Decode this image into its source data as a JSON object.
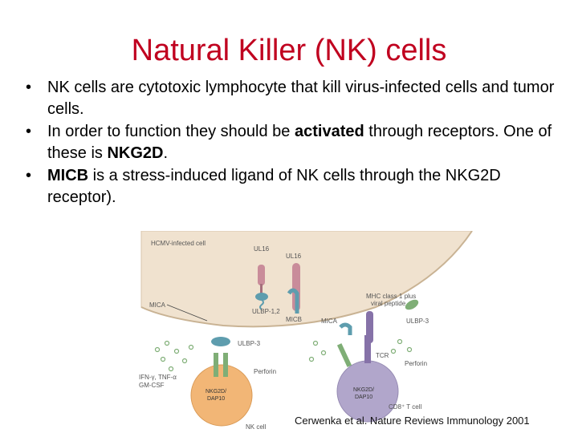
{
  "slide": {
    "title": "Natural Killer (NK) cells",
    "bullets": [
      {
        "pre": "NK cells are cytotoxic lymphocyte that kill virus-infected cells and tumor cells.",
        "bold": "",
        "post": ""
      },
      {
        "pre": "In order to function they should be ",
        "bold": "activated",
        "mid": " through receptors. One of these is ",
        "bold2": "NKG2D",
        "post": "."
      },
      {
        "pre": "",
        "bold": "MICB",
        "post": " is a stress-induced ligand of NK cells through the NKG2D receptor)."
      }
    ],
    "bullet_symbol": "•",
    "citation": "Cerwenka et al. Nature Reviews Immunology 2001"
  },
  "figure": {
    "labels": {
      "hcmv_cell": "HCMV-infected cell",
      "ul16_a": "UL16",
      "ul16_b": "UL16",
      "mica_left": "MICA",
      "ulbp12": "ULBP-1,2",
      "micb": "MICB",
      "mica_center": "MICA",
      "mhc1": "MHC class 1 plus",
      "viral_peptide": "viral peptide",
      "ulbp3_right": "ULBP-3",
      "ulbp3_left": "ULBP-3",
      "perforin_left": "Perforin",
      "perforin_right": "Perforin",
      "tcr": "TCR",
      "ifn": "IFN-γ, TNF-α",
      "gmcsf": "GM-CSF",
      "nk_receptor": "NKG2D/",
      "nk_dap": "DAP10",
      "nk_cell": "NK cell",
      "t_receptor": "NKG2D/",
      "t_dap": "DAP10",
      "cd8": "CD8⁺ T cell"
    },
    "colors": {
      "infected_cell": "#f0e2cf",
      "nk_cell": "#f2b676",
      "t_cell": "#b1a6cb",
      "receptor_green": "#7fae76",
      "ligand_teal": "#5e9dae",
      "ul16_pink": "#c98c9a",
      "tcr_purple": "#8672a8"
    }
  }
}
